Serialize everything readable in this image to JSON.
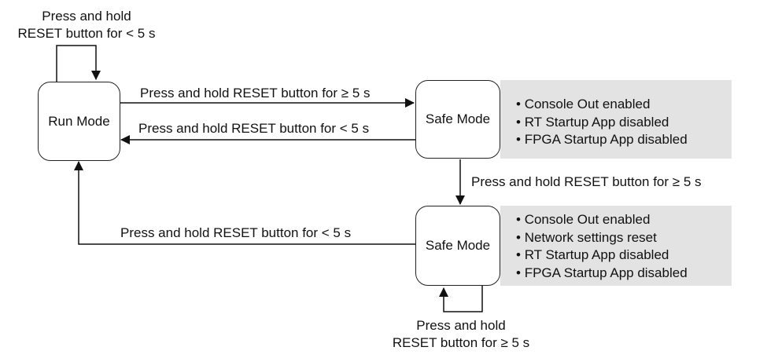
{
  "nodes": {
    "run_mode": "Run Mode",
    "safe_mode_1": "Safe Mode",
    "safe_mode_2": "Safe Mode"
  },
  "panels": {
    "safe_mode_1": [
      "Console Out enabled",
      "RT Startup App disabled",
      "FPGA Startup App disabled"
    ],
    "safe_mode_2": [
      "Console Out enabled",
      "Network settings reset",
      "RT Startup App disabled",
      "FPGA Startup App disabled"
    ]
  },
  "edges": {
    "run_self": {
      "line1": "Press and hold",
      "line2": "RESET button for < 5 s"
    },
    "run_to_safe1": "Press and hold RESET button for ≥ 5 s",
    "safe1_to_run": "Press and hold RESET button for < 5 s",
    "safe1_to_safe2": "Press and hold RESET button for ≥ 5 s",
    "safe2_to_run": "Press and hold RESET button for < 5 s",
    "safe2_self": {
      "line1": "Press and hold",
      "line2": "RESET button for ≥ 5 s"
    }
  },
  "colors": {
    "panel": "#e3e3e3",
    "line": "#111111"
  }
}
